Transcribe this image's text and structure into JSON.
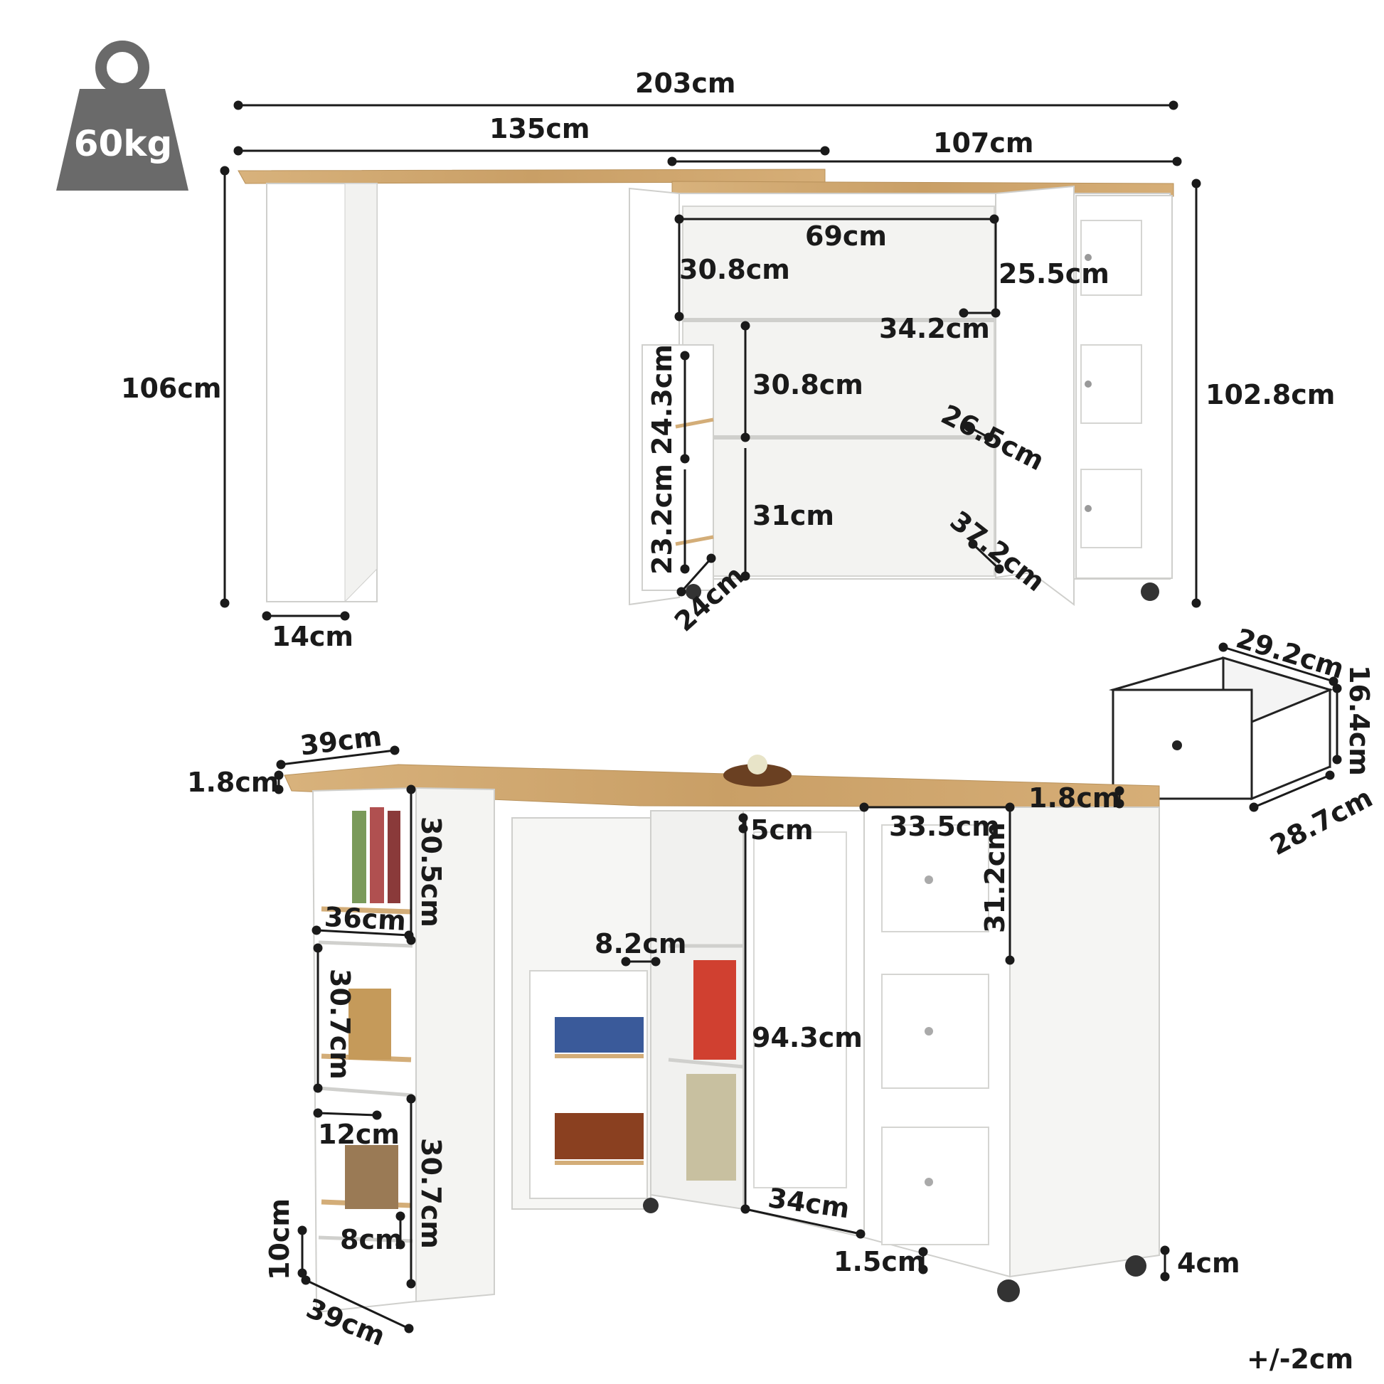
{
  "weight": {
    "icon": "weight-icon",
    "label": "60kg"
  },
  "top_view": {
    "total_length": "203cm",
    "desk_length": "135cm",
    "cabinet_length": "107cm",
    "desk_height": "106cm",
    "cabinet_height": "102.8cm",
    "leg_width": "14cm",
    "inner_width": "69cm",
    "upper_shelf_height": "30.8cm",
    "door_shelf_height": "25.5cm",
    "shelf_depth": "34.2cm",
    "middle_shelf_height": "30.8cm",
    "lower_shelf_height": "31cm",
    "door_depth_mid": "26.5cm",
    "door_depth_low": "37.2cm",
    "door_rack_upper": "24.3cm",
    "door_rack_lower": "23.2cm",
    "door_rack_depth": "24cm"
  },
  "drawer": {
    "icon": "drawer-icon",
    "width": "29.2cm",
    "height": "16.4cm",
    "depth": "28.7cm"
  },
  "bottom_view": {
    "top_depth": "39cm",
    "top_thickness_left": "1.8cm",
    "top_thickness_right": "1.8cm",
    "rack_upper_height": "30.5cm",
    "rack_width": "36cm",
    "rack_mid_height": "30.7cm",
    "rack_lower_height": "30.7cm",
    "rack_shelf_depth": "12cm",
    "rack_rail_height": "8cm",
    "base_height": "10cm",
    "base_depth": "39cm",
    "door_gap": "5cm",
    "door_shelf_depth": "8.2cm",
    "drawer_width": "33.5cm",
    "drawer_height": "31.2cm",
    "cabinet_inner_height": "94.3cm",
    "cabinet_inner_depth": "34cm",
    "bottom_thickness": "1.5cm",
    "caster_height": "4cm"
  },
  "tolerance": "+/-2cm",
  "colors": {
    "wood": "#d3ad78",
    "wood_edge": "#b8915a",
    "panel": "#ffffff",
    "panel_shade": "#eeeeec",
    "outline": "#c9c9c6",
    "dim_line": "#1a1a1a",
    "weight_icon": "#6a6a6a"
  }
}
